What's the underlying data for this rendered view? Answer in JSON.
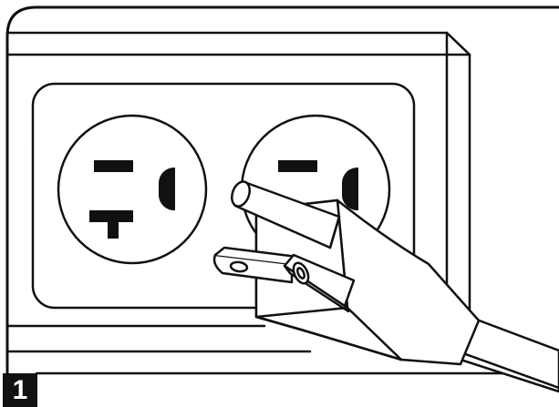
{
  "step": {
    "number": "1"
  },
  "colors": {
    "ink": "#111111",
    "paper": "#ffffff"
  },
  "icons": {
    "badge": "step-number-badge",
    "outlet": "duplex-nema-5-20r-outlet",
    "plug": "three-prong-plug"
  }
}
